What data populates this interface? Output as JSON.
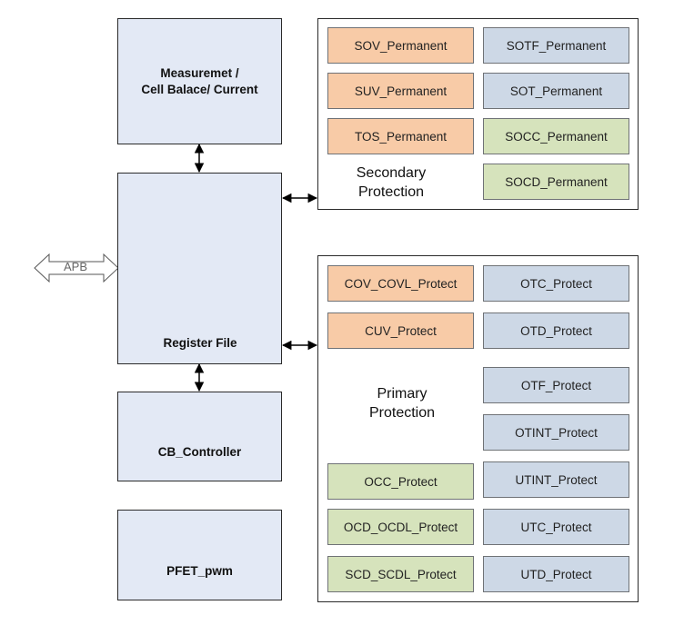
{
  "blocks": {
    "measurement_line1": "Measuremet /",
    "measurement_line2": "Cell Balace/ Current",
    "register_file": "Register File",
    "cb_controller": "CB_Controller",
    "pfet_pwm": "PFET_pwm",
    "apb": "APB"
  },
  "secondary": {
    "title_line1": "Secondary",
    "title_line2": "Protection",
    "left": [
      "SOV_Permanent",
      "SUV_Permanent",
      "TOS_Permanent"
    ],
    "right": [
      "SOTF_Permanent",
      "SOT_Permanent",
      "SOCC_Permanent",
      "SOCD_Permanent"
    ]
  },
  "primary": {
    "title_line1": "Primary",
    "title_line2": "Protection",
    "left_top": [
      "COV_COVL_Protect",
      "CUV_Protect"
    ],
    "left_bottom": [
      "OCC_Protect",
      "OCD_OCDL_Protect",
      "SCD_SCDL_Protect"
    ],
    "right": [
      "OTC_Protect",
      "OTD_Protect",
      "OTF_Protect",
      "OTINT_Protect",
      "UTINT_Protect",
      "UTC_Protect",
      "UTD_Protect"
    ]
  },
  "colors": {
    "block_fill": "#e3e9f5",
    "orange": "#f8cba7",
    "blue": "#cdd8e6",
    "green": "#d6e3bc",
    "border": "#2a2a2a"
  }
}
